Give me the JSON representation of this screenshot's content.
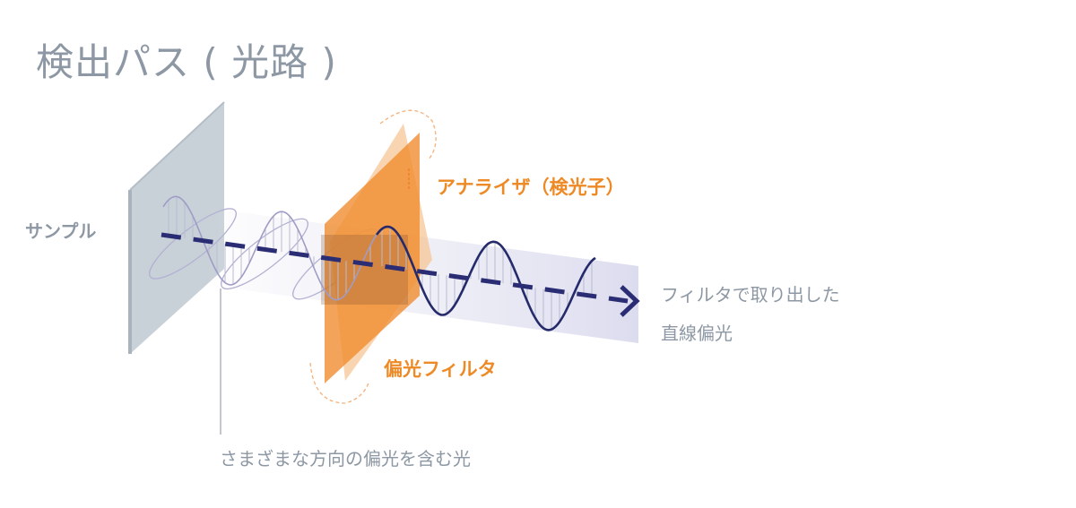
{
  "title": "検出パス ( 光路 )",
  "labels": {
    "sample": "サンプル",
    "analyzer": "アナライザ（検光子）",
    "polarizing_filter": "偏光フィルタ",
    "output_line1": "フィルタで取り出した",
    "output_line2": "直線偏光",
    "mixed_light": "さまざまな方向の偏光を含む光"
  },
  "colors": {
    "sample_panel": "#c9d1d8",
    "sample_edge": "#a9b3bd",
    "filter": "#f08a2c",
    "wave_dark": "#252a6b",
    "wave_light": "#9f9cc6",
    "text_gray": "#8d98a4",
    "text_orange": "#ee8a25"
  }
}
